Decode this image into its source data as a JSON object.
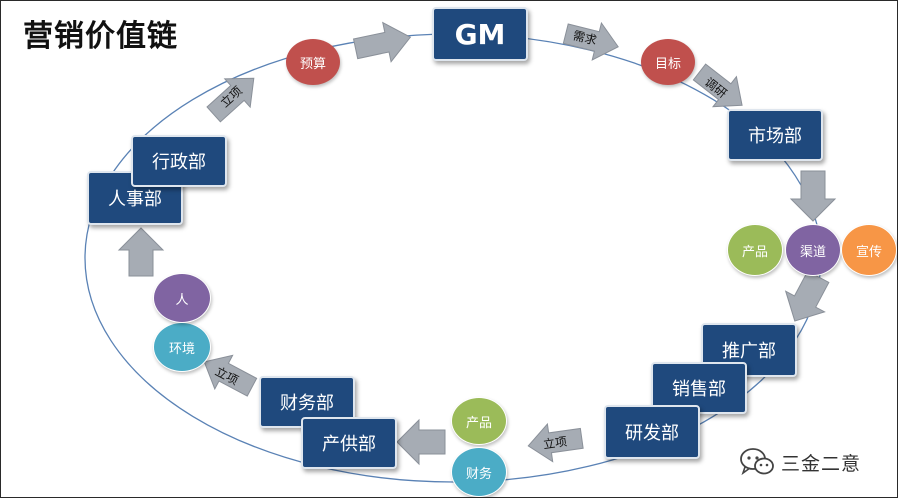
{
  "title": "营销价值链",
  "nodes": {
    "gm": "GM",
    "market": "市场部",
    "promotion": "推广部",
    "sales": "销售部",
    "rnd": "研发部",
    "finance": "财务部",
    "supply": "产供部",
    "hr": "人事部",
    "admin": "行政部"
  },
  "circles": {
    "budget": "预算",
    "goal": "目标",
    "product_top": "产品",
    "channel": "渠道",
    "publicity": "宣传",
    "product_bottom": "产品",
    "finance_circle": "财务",
    "environment": "环境",
    "people": "人"
  },
  "arrows": {
    "demand": "需求",
    "research": "调研",
    "setup_top": "立项",
    "setup_bottom_right": "立项",
    "setup_bottom_left": "立项"
  },
  "watermark": {
    "text": "三金二意",
    "icon": "wechat-icon"
  },
  "colors": {
    "node_blue": "#1f497d",
    "red": "#c0504d",
    "purple": "#8064a2",
    "green": "#9bbb59",
    "orange": "#f79646",
    "teal": "#4bacc6",
    "arrow_gray": "#a6acb4",
    "loop_line": "#5a82b5"
  }
}
